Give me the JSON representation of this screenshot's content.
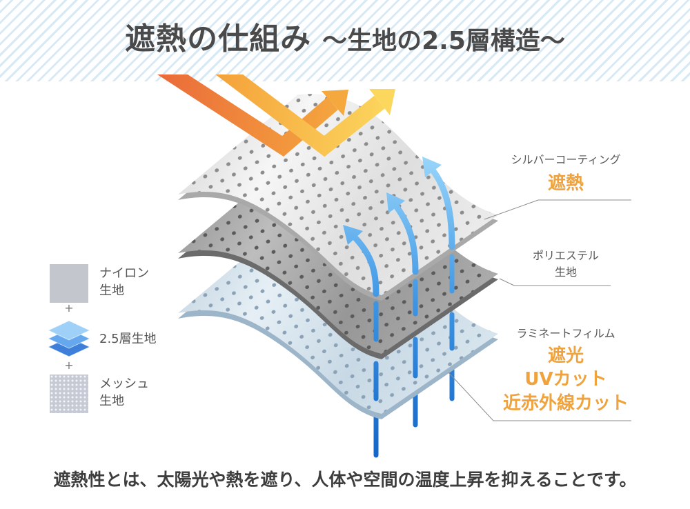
{
  "title": {
    "main": "遮熱の仕組み",
    "sub": "～生地の2.5層構造～"
  },
  "layers": {
    "silver_coating": {
      "caption": "シルバーコーティング",
      "effects": [
        "遮熱"
      ]
    },
    "polyester": {
      "caption": [
        "ポリエステル",
        "生地"
      ]
    },
    "laminate_film": {
      "caption": "ラミネートフィルム",
      "effects": [
        "遮光",
        "UVカット",
        "近赤外線カット"
      ]
    }
  },
  "legend": {
    "nylon": [
      "ナイロン",
      "生地"
    ],
    "two_and_half_layer": [
      "2.5層生地"
    ],
    "mesh": [
      "メッシュ",
      "生地"
    ],
    "plus": "+"
  },
  "footer": "遮熱性とは、太陽光や熱を遮り、人体や空間の温度上昇を抑えることです。",
  "icons": {
    "sunlight": "reflected-sunlight-arrow",
    "heat": "rising-heat-arrow",
    "nylon": "nylon-swatch",
    "fabric": "stacked-layers-icon",
    "mesh": "mesh-swatch"
  },
  "colors": {
    "text": "#4a4a4a",
    "accent": "#f0a23c",
    "silver_layer": "#ececec",
    "polyester_layer": "#a6a6a6",
    "laminate_layer": "#d6e4ee",
    "heat_arrow": "#2f8ae0",
    "sun_arrow": "#f39a3c",
    "stripe": "#d6e9f5"
  }
}
